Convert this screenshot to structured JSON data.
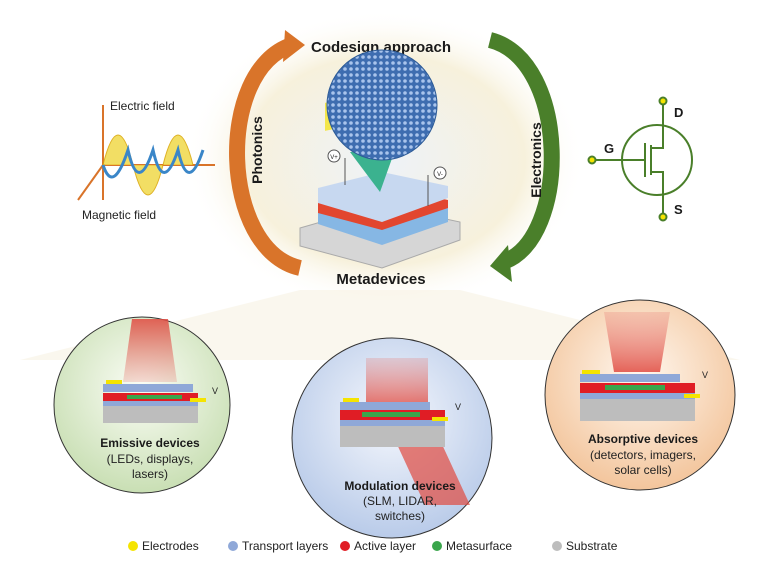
{
  "title": "Codesign approach",
  "center_label": "Metadevices",
  "left_arrow_label": "Photonics",
  "right_arrow_label": "Electronics",
  "wave": {
    "electric": "Electric field",
    "magnetic": "Magnetic field"
  },
  "transistor": {
    "gate": "G",
    "drain": "D",
    "source": "S"
  },
  "center_device": {
    "v_plus": "V+",
    "v_minus": "V-"
  },
  "devices": [
    {
      "title": "Emissive devices",
      "lines": [
        "(LEDs, displays,",
        "lasers)"
      ],
      "voltage": "V"
    },
    {
      "title": "Modulation devices",
      "lines": [
        "(SLM, LIDAR,",
        "switches)"
      ],
      "voltage": "V"
    },
    {
      "title": "Absorptive devices",
      "lines": [
        "(detectors, imagers,",
        "solar cells)"
      ],
      "voltage": "V"
    }
  ],
  "legend": [
    {
      "label": "Electrodes",
      "color": "#f5e400"
    },
    {
      "label": "Transport layers",
      "color": "#8fa8d8"
    },
    {
      "label": "Active layer",
      "color": "#e01d25"
    },
    {
      "label": "Metasurface",
      "color": "#3aa64c"
    },
    {
      "label": "Substrate",
      "color": "#bdbdbd"
    }
  ],
  "colors": {
    "photonics": "#d9742a",
    "electronics": "#4a7f2a"
  }
}
